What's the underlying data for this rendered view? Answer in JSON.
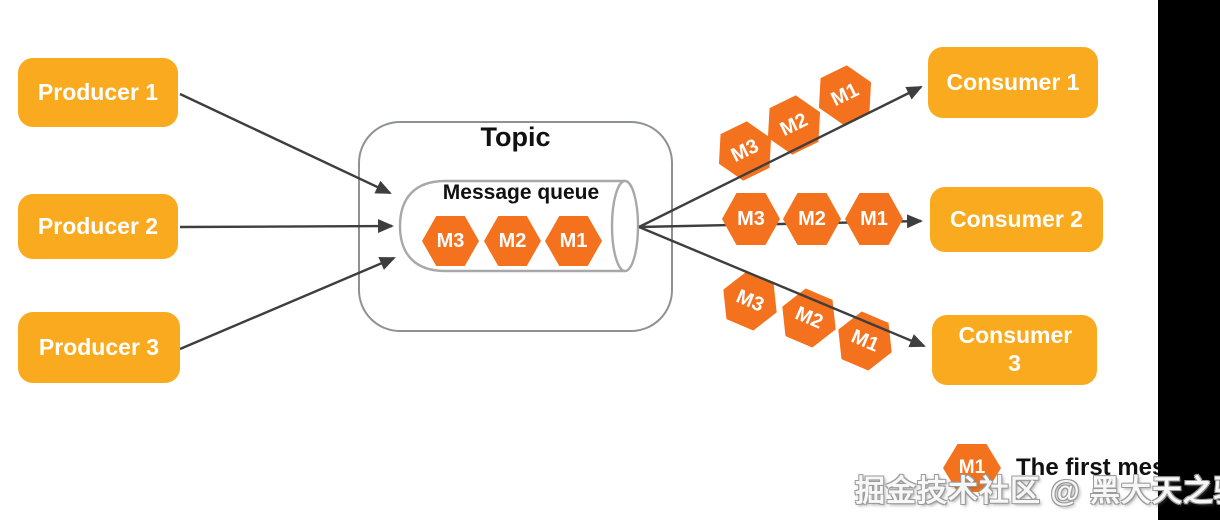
{
  "colors": {
    "node_fill": "#FAAA1E",
    "message_fill": "#F4711D",
    "arrow": "#3E3E3E",
    "topic_border": "#8F9193",
    "cylinder_border": "#A8A8A8",
    "bar": "#000000",
    "text_dark": "#111111"
  },
  "producers": [
    {
      "label": "Producer 1"
    },
    {
      "label": "Producer 2"
    },
    {
      "label": "Producer 3"
    }
  ],
  "topic": {
    "title": "Topic",
    "queue_label": "Message queue",
    "queue_messages": [
      "M3",
      "M2",
      "M1"
    ]
  },
  "consumers": [
    {
      "label": "Consumer 1"
    },
    {
      "label": "Consumer 2"
    },
    {
      "label": "Consumer 3"
    }
  ],
  "flows": [
    {
      "to": "Consumer 1",
      "messages": [
        "M3",
        "M2",
        "M1"
      ]
    },
    {
      "to": "Consumer 2",
      "messages": [
        "M3",
        "M2",
        "M1"
      ]
    },
    {
      "to": "Consumer 3",
      "messages": [
        "M3",
        "M2",
        "M1"
      ]
    }
  ],
  "legend": {
    "symbol": "M1",
    "label": "The first message"
  },
  "watermark": "掘金技术社区 @ 黑大天之骄子"
}
